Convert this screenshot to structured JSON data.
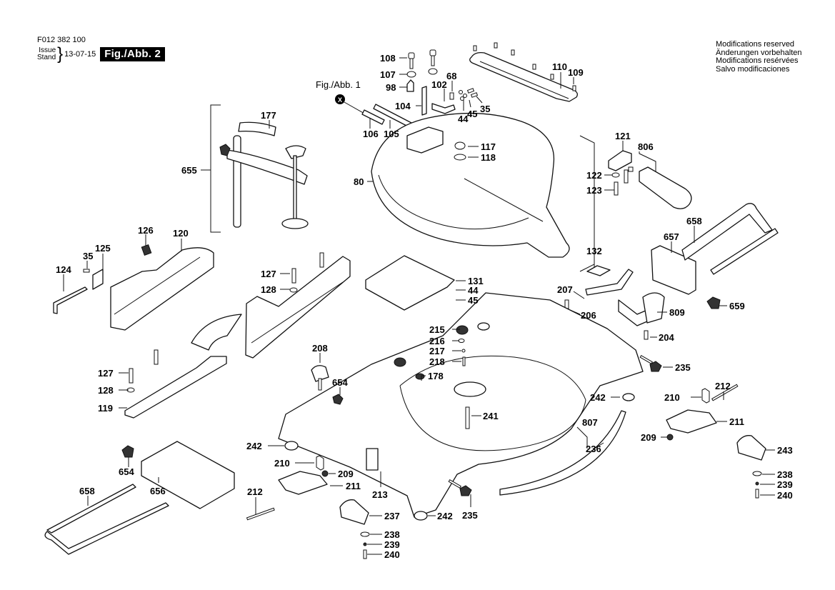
{
  "header": {
    "document_number": "F012 382 100",
    "issue_label_1": "Issue",
    "issue_label_2": "Stand",
    "issue_date": "13-07-15",
    "figure_label": "Fig./Abb. 2"
  },
  "notice": {
    "lines": [
      "Modifications reserved",
      "Änderungen vorbehalten",
      "Modifications resérvées",
      "Salvo modificaciones"
    ]
  },
  "figure_reference": {
    "text": "Fig./Abb. 1",
    "marker": "X"
  },
  "callouts": [
    {
      "id": "108"
    },
    {
      "id": "107"
    },
    {
      "id": "98"
    },
    {
      "id": "68"
    },
    {
      "id": "102"
    },
    {
      "id": "104"
    },
    {
      "id": "44"
    },
    {
      "id": "45"
    },
    {
      "id": "35"
    },
    {
      "id": "106"
    },
    {
      "id": "105"
    },
    {
      "id": "110"
    },
    {
      "id": "109"
    },
    {
      "id": "117"
    },
    {
      "id": "118"
    },
    {
      "id": "80"
    },
    {
      "id": "177"
    },
    {
      "id": "655"
    },
    {
      "id": "121"
    },
    {
      "id": "806"
    },
    {
      "id": "122"
    },
    {
      "id": "123"
    },
    {
      "id": "658"
    },
    {
      "id": "657"
    },
    {
      "id": "132"
    },
    {
      "id": "126"
    },
    {
      "id": "120"
    },
    {
      "id": "125"
    },
    {
      "id": "35"
    },
    {
      "id": "124"
    },
    {
      "id": "127"
    },
    {
      "id": "128"
    },
    {
      "id": "131"
    },
    {
      "id": "44"
    },
    {
      "id": "45"
    },
    {
      "id": "207"
    },
    {
      "id": "206"
    },
    {
      "id": "809"
    },
    {
      "id": "659"
    },
    {
      "id": "204"
    },
    {
      "id": "215"
    },
    {
      "id": "216"
    },
    {
      "id": "217"
    },
    {
      "id": "218"
    },
    {
      "id": "178"
    },
    {
      "id": "208"
    },
    {
      "id": "654"
    },
    {
      "id": "127"
    },
    {
      "id": "128"
    },
    {
      "id": "119"
    },
    {
      "id": "235"
    },
    {
      "id": "212"
    },
    {
      "id": "210"
    },
    {
      "id": "242"
    },
    {
      "id": "241"
    },
    {
      "id": "211"
    },
    {
      "id": "807"
    },
    {
      "id": "236"
    },
    {
      "id": "209"
    },
    {
      "id": "243"
    },
    {
      "id": "242"
    },
    {
      "id": "654"
    },
    {
      "id": "210"
    },
    {
      "id": "209"
    },
    {
      "id": "658"
    },
    {
      "id": "656"
    },
    {
      "id": "212"
    },
    {
      "id": "211"
    },
    {
      "id": "213"
    },
    {
      "id": "238"
    },
    {
      "id": "239"
    },
    {
      "id": "240"
    },
    {
      "id": "237"
    },
    {
      "id": "242"
    },
    {
      "id": "235"
    },
    {
      "id": "238"
    },
    {
      "id": "239"
    },
    {
      "id": "240"
    }
  ]
}
